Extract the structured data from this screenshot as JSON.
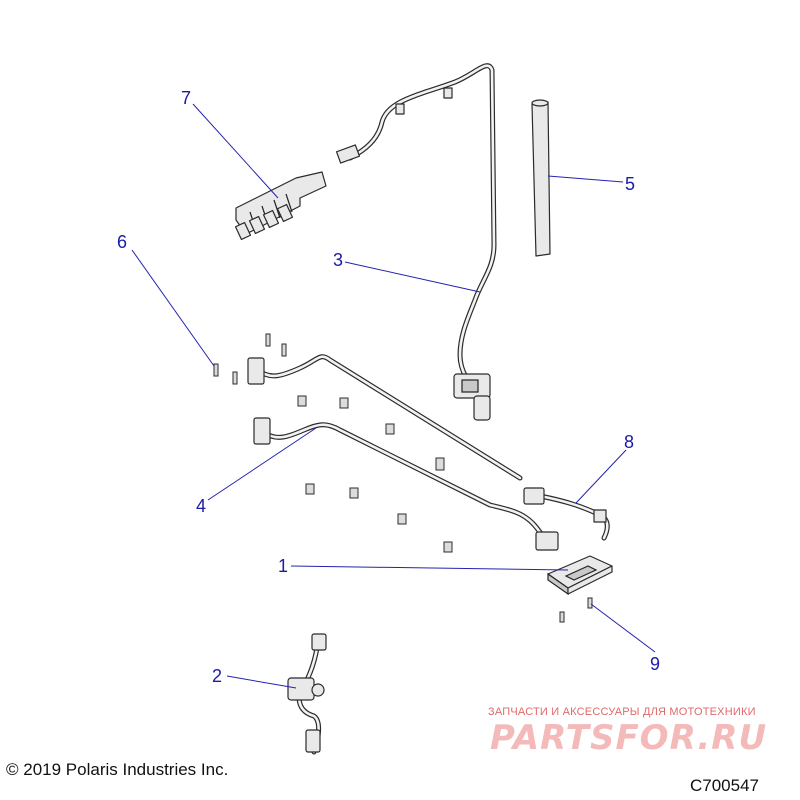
{
  "callouts": {
    "c1": "1",
    "c2": "2",
    "c3": "3",
    "c4": "4",
    "c5": "5",
    "c6": "6",
    "c7": "7",
    "c8": "8",
    "c9": "9"
  },
  "footer": {
    "copyright": "© 2019 Polaris Industries Inc.",
    "figure_id": "C700547"
  },
  "watermark": {
    "tagline": "ЗАПЧАСТИ И АКСЕССУАРЫ ДЛЯ МОТОТЕХНИКИ",
    "logo": "PARTSFOR.RU"
  },
  "colors": {
    "callout": "#1a1aa6",
    "line_art": "#2b2b2b",
    "watermark": "#e06a6a"
  }
}
